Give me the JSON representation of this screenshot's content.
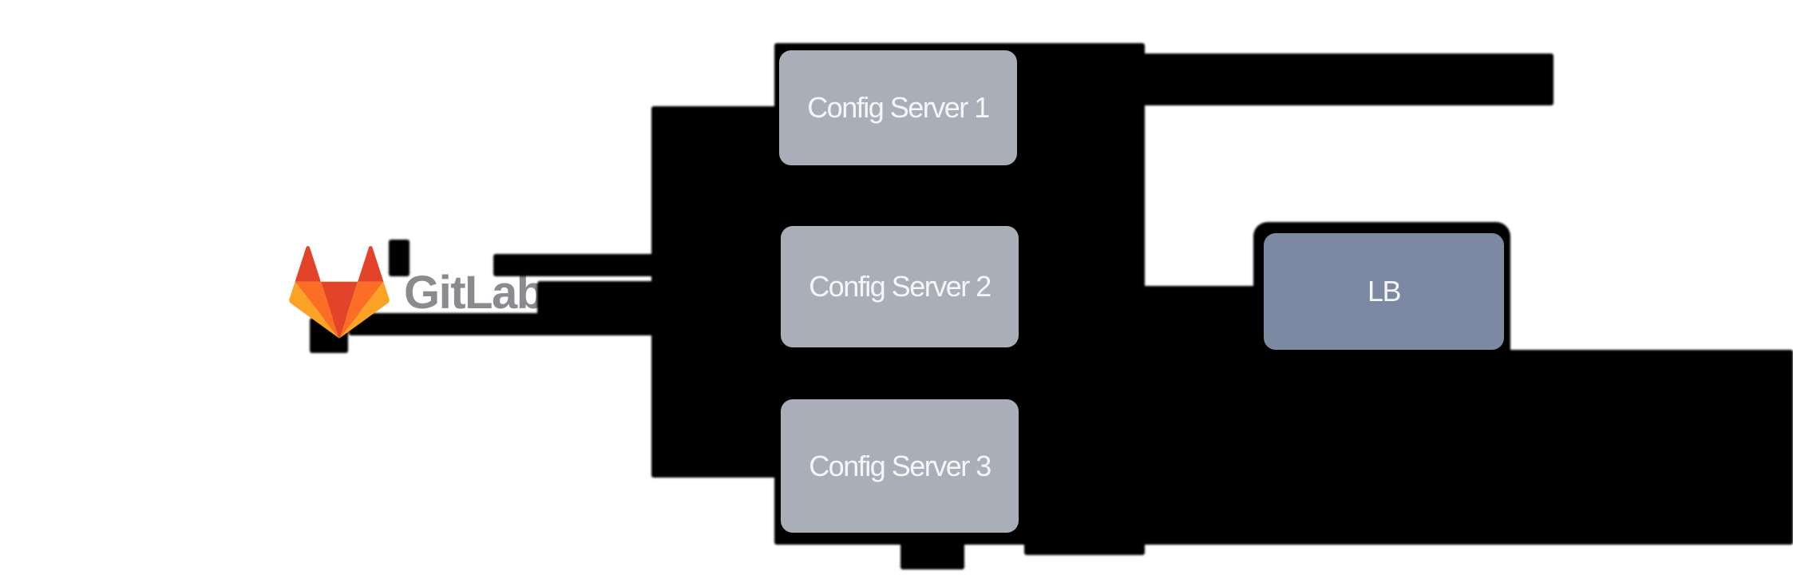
{
  "nodes": {
    "gitlab": {
      "label": "GitLab",
      "icon": "gitlab-tanuki-icon"
    },
    "config_servers": [
      {
        "label": "Config Server 1"
      },
      {
        "label": "Config Server 2"
      },
      {
        "label": "Config Server 3"
      }
    ],
    "lb": {
      "label": "LB"
    }
  },
  "colors": {
    "background": "#ffffff",
    "connector": "#000000",
    "server_fill": "#a9aeb9",
    "lb_fill": "#7d89a3",
    "node_text": "#f4f6f9",
    "wordmark_text": "#8a8a8f",
    "tanuki_red": "#e24329",
    "tanuki_orange": "#fc6d26",
    "tanuki_amber": "#fca326"
  }
}
